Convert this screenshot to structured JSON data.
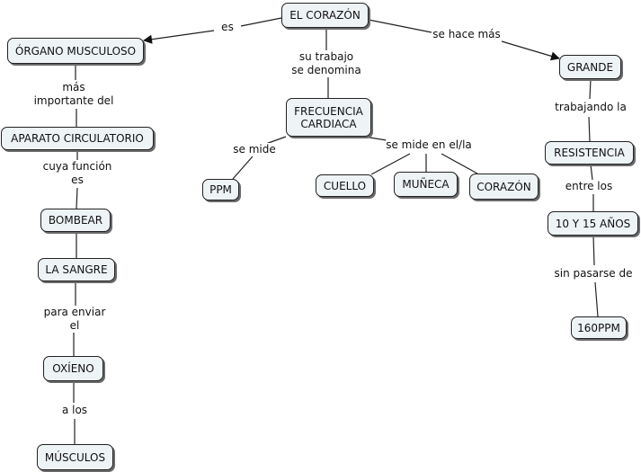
{
  "concept_map": {
    "nodes": {
      "corazon": "EL CORAZÓN",
      "organo": "ÓRGANO MUSCULOSO",
      "frecuencia": "FRECUENCIA\nCARDIACA",
      "grande": "GRANDE",
      "aparato": "APARATO CIRCULATORIO",
      "ppm": "PPM",
      "cuello": "CUELLO",
      "muneca": "MUÑECA",
      "corazon2": "CORAZÓN",
      "resistencia": "RESISTENCIA",
      "bombear": "BOMBEAR",
      "anos": "10 Y 15 AÑOS",
      "sangre": "LA SANGRE",
      "oxieno": "OXÍENO",
      "p160": "160PPM",
      "musculos": "MÚSCULOS"
    },
    "links": {
      "es": "es",
      "su_trabajo": "su trabajo\nse denomina",
      "se_hace_mas": "se hace más",
      "mas_importante": "más\nimportante del",
      "se_mide": "se mide",
      "se_mide_en": "se mide en el/la",
      "trabajando": "trabajando la",
      "cuya_funcion": "cuya función\nes",
      "entre_los": "entre los",
      "sin_pasarse": "sin pasarse de",
      "para_enviar": "para enviar\nel",
      "a_los": "a los"
    }
  },
  "colors": {
    "node_fill": "#eef3f6",
    "node_border": "#222222",
    "line": "#222222"
  }
}
